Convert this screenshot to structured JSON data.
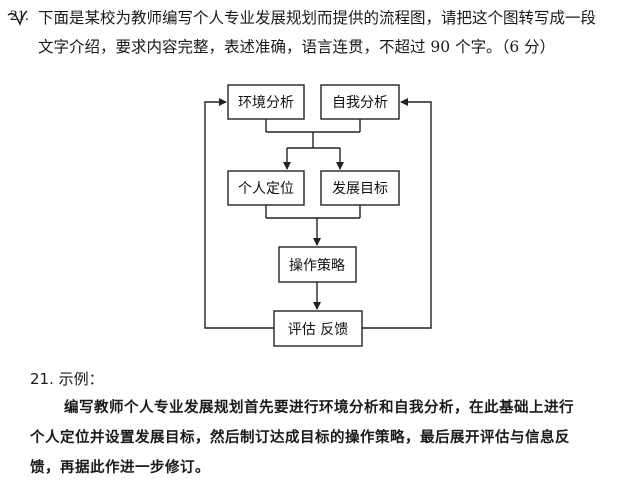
{
  "question": {
    "number": "21.",
    "line1": "下面是某校为教师编写个人专业发展规划而提供的流程图，请把这个图转写成一段",
    "line2": "文字介绍，要求内容完整，表述准确，语言连贯，不超过 90 个字。（6 分）"
  },
  "flowchart": {
    "nodes": [
      {
        "id": "env",
        "label": "环境分析"
      },
      {
        "id": "self",
        "label": "自我分析"
      },
      {
        "id": "position",
        "label": "个人定位"
      },
      {
        "id": "goal",
        "label": "发展目标"
      },
      {
        "id": "strategy",
        "label": "操作策略"
      },
      {
        "id": "eval",
        "label": "评估 反馈"
      }
    ]
  },
  "answer": {
    "title": "21. 示例：",
    "line1": "编写教师个人专业发展规划首先要进行环境分析和自我分析，在此基础上进行",
    "line2": "个人定位并设置发展目标，然后制订达成目标的操作策略，最后展开评估与信息反",
    "line3": "馈，再据此作进一步修订。"
  }
}
